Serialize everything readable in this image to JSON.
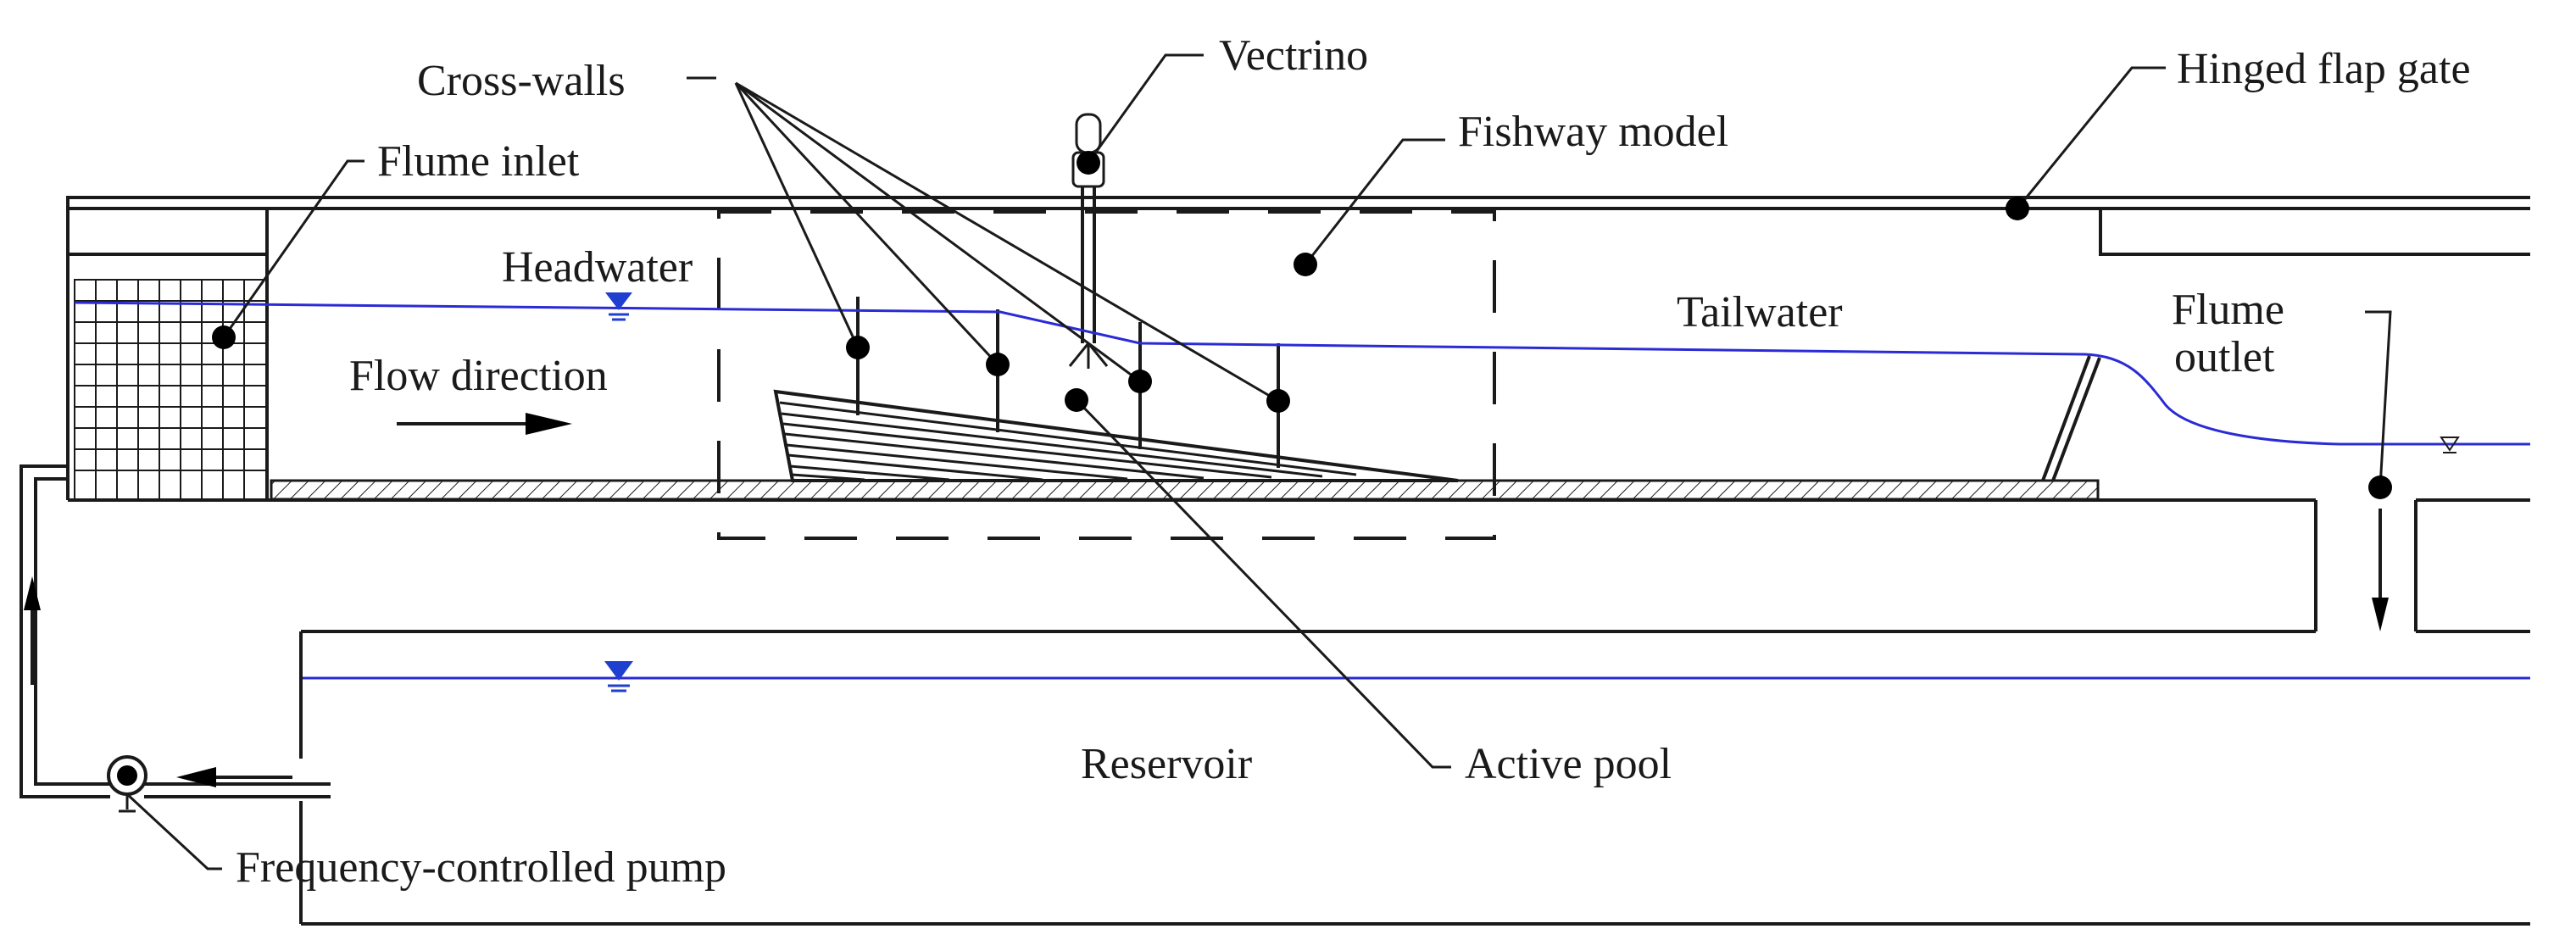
{
  "labels": {
    "cross_walls": "Cross-walls",
    "vectrino": "Vectrino",
    "hinged_flap_gate": "Hinged flap gate",
    "flume_inlet": "Flume inlet",
    "fishway_model": "Fishway model",
    "headwater": "Headwater",
    "tailwater": "Tailwater",
    "flume_outlet_line1": "Flume",
    "flume_outlet_line2": "outlet",
    "flow_direction": "Flow direction",
    "reservoir": "Reservoir",
    "active_pool": "Active pool",
    "pump": "Frequency-controlled pump"
  },
  "colors": {
    "structure": "#1a1a1a",
    "water_surface": "#2b2bd6",
    "water_level_marker": "#1f3fd1"
  }
}
